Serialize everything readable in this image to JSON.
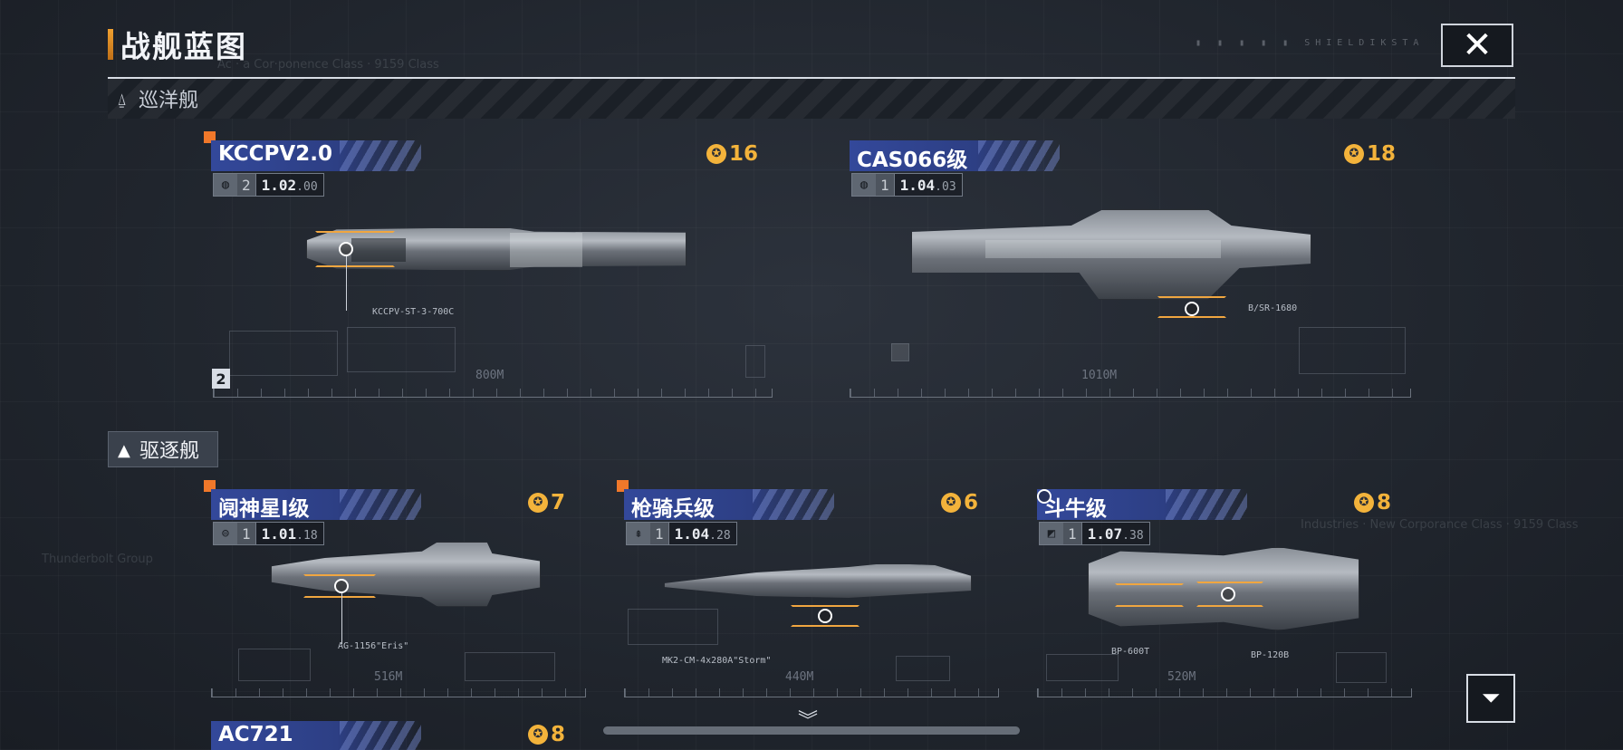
{
  "header": {
    "title": "战舰蓝图",
    "close_label": "✕",
    "hud": "▮ ▮ ▮ ▮ ▮ SHIELDIKSTA"
  },
  "sections": [
    {
      "label": "巡洋舰"
    },
    {
      "label": "驱逐舰"
    }
  ],
  "cards": [
    {
      "name": "KCCPV2.0",
      "cost": "16",
      "level": "2",
      "ver_main": "1.02",
      "ver_sub": ".00",
      "callouts": [
        "KCCPV-ST-3-700C"
      ],
      "length": "800M",
      "is_new": true
    },
    {
      "name": "CAS066级",
      "cost": "18",
      "level": "1",
      "ver_main": "1.04",
      "ver_sub": ".03",
      "callouts": [
        "B/SR-1680"
      ],
      "length": "1010M",
      "is_new": false
    },
    {
      "name": "阋神星I级",
      "cost": "7",
      "level": "1",
      "ver_main": "1.01",
      "ver_sub": ".18",
      "callouts": [
        "AG-1156\"Eris\""
      ],
      "length": "516M",
      "is_new": true
    },
    {
      "name": "枪骑兵级",
      "cost": "6",
      "level": "1",
      "ver_main": "1.04",
      "ver_sub": ".28",
      "callouts": [
        "MK2-CM-4x280A\"Storm\""
      ],
      "length": "440M",
      "is_new": true
    },
    {
      "name": "斗牛级",
      "cost": "8",
      "level": "1",
      "ver_main": "1.07",
      "ver_sub": ".38",
      "callouts": [
        "BP-600T",
        "BP-120B"
      ],
      "length": "520M",
      "is_new": false
    },
    {
      "name": "AC721",
      "cost": "8"
    }
  ],
  "badge_count": "2",
  "icons": {
    "close": "close-icon",
    "filter": "filter-icon",
    "cost": "cost-emblem-icon",
    "scroll": "chevron-down-icon"
  },
  "colors": {
    "accent": "#f0a030",
    "cost": "#f3b33b",
    "name_bar": "#33489a",
    "new_marker": "#f0782a"
  }
}
